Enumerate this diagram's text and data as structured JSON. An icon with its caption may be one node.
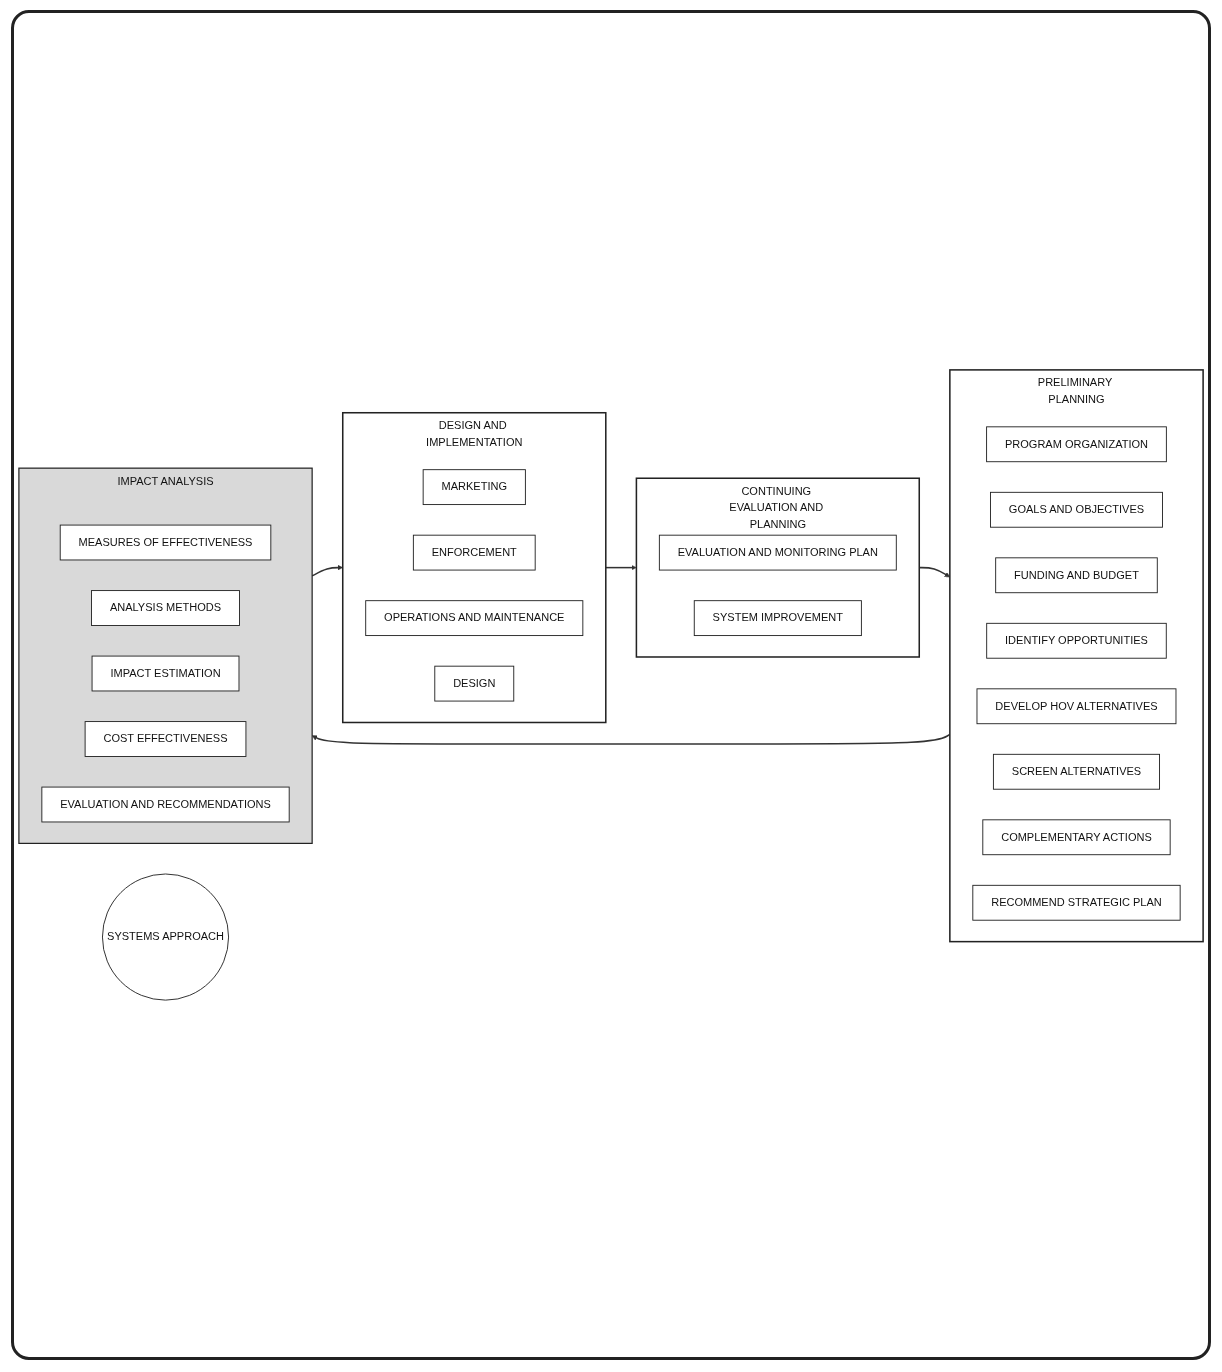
{
  "diagram": {
    "nodes": [
      {
        "text": [
          "CONTINUING EVALUATION AND PLANNING"
        ]
      },
      {
        "text": [
          "EVALUATION AND MONITORING PLAN"
        ],
        "in": 0
      },
      {
        "text": [
          "SYSTEM IMPROVEMENT"
        ],
        "in": 0
      },
      {
        "text": [
          "PRELIMINARY PLANNING"
        ]
      },
      {
        "text": [
          "PROGRAM ORGANIZATION"
        ],
        "in": 3
      },
      {
        "text": [
          "GOALS AND OBJECTIVES"
        ],
        "in": 3
      },
      {
        "text": [
          "FUNDING AND BUDGET"
        ],
        "in": 3
      },
      {
        "text": [
          "IDENTIFY OPPORTUNITIES"
        ],
        "in": 3
      },
      {
        "text": [
          "DEVELOP HOV ALTERNATIVES"
        ],
        "in": 3
      },
      {
        "text": [
          "SCREEN ALTERNATIVES"
        ],
        "in": 3
      },
      {
        "text": [
          "COMPLEMENTARY ACTIONS"
        ],
        "in": 3
      },
      {
        "text": [
          "RECOMMEND STRATEGIC PLAN"
        ],
        "in": 3
      },
      {
        "text": [
          "DESIGN AND IMPLEMENTATION"
        ]
      },
      {
        "text": [
          "MARKETING"
        ],
        "in": 12
      },
      {
        "text": [
          "ENFORCEMENT"
        ],
        "in": 12
      },
      {
        "text": [
          "OPERATIONS AND MAINTENANCE"
        ],
        "in": 12
      },
      {
        "text": [
          "DESIGN"
        ],
        "in": 12
      },
      {
        "text": [
          "SYSTEMS APPROACH"
        ]
      },
      {
        "text": [
          "IMPACT ANALYSIS"
        ]
      },
      {
        "text": [
          "MEASURES OF EFFECTIVENESS"
        ],
        "in": 18
      },
      {
        "text": [
          "ANALYSIS METHODS"
        ],
        "in": 18
      },
      {
        "text": [
          "IMPACT ESTIMATION"
        ],
        "in": 18
      },
      {
        "text": [
          "COST EFFECTIVENESS"
        ],
        "in": 18
      },
      {
        "text": [
          "EVALUATION AND RECOMMENDATIONS"
        ],
        "in": 18
      }
    ],
    "edges": [
      {
        "from": 0,
        "to": 3,
        "arrow": "to"
      },
      {
        "from": 3,
        "to": 18,
        "arrow": "to"
      },
      {
        "from": 18,
        "to": 12,
        "arrow": "to"
      },
      {
        "from": 12,
        "to": 0,
        "arrow": "to"
      }
    ]
  }
}
